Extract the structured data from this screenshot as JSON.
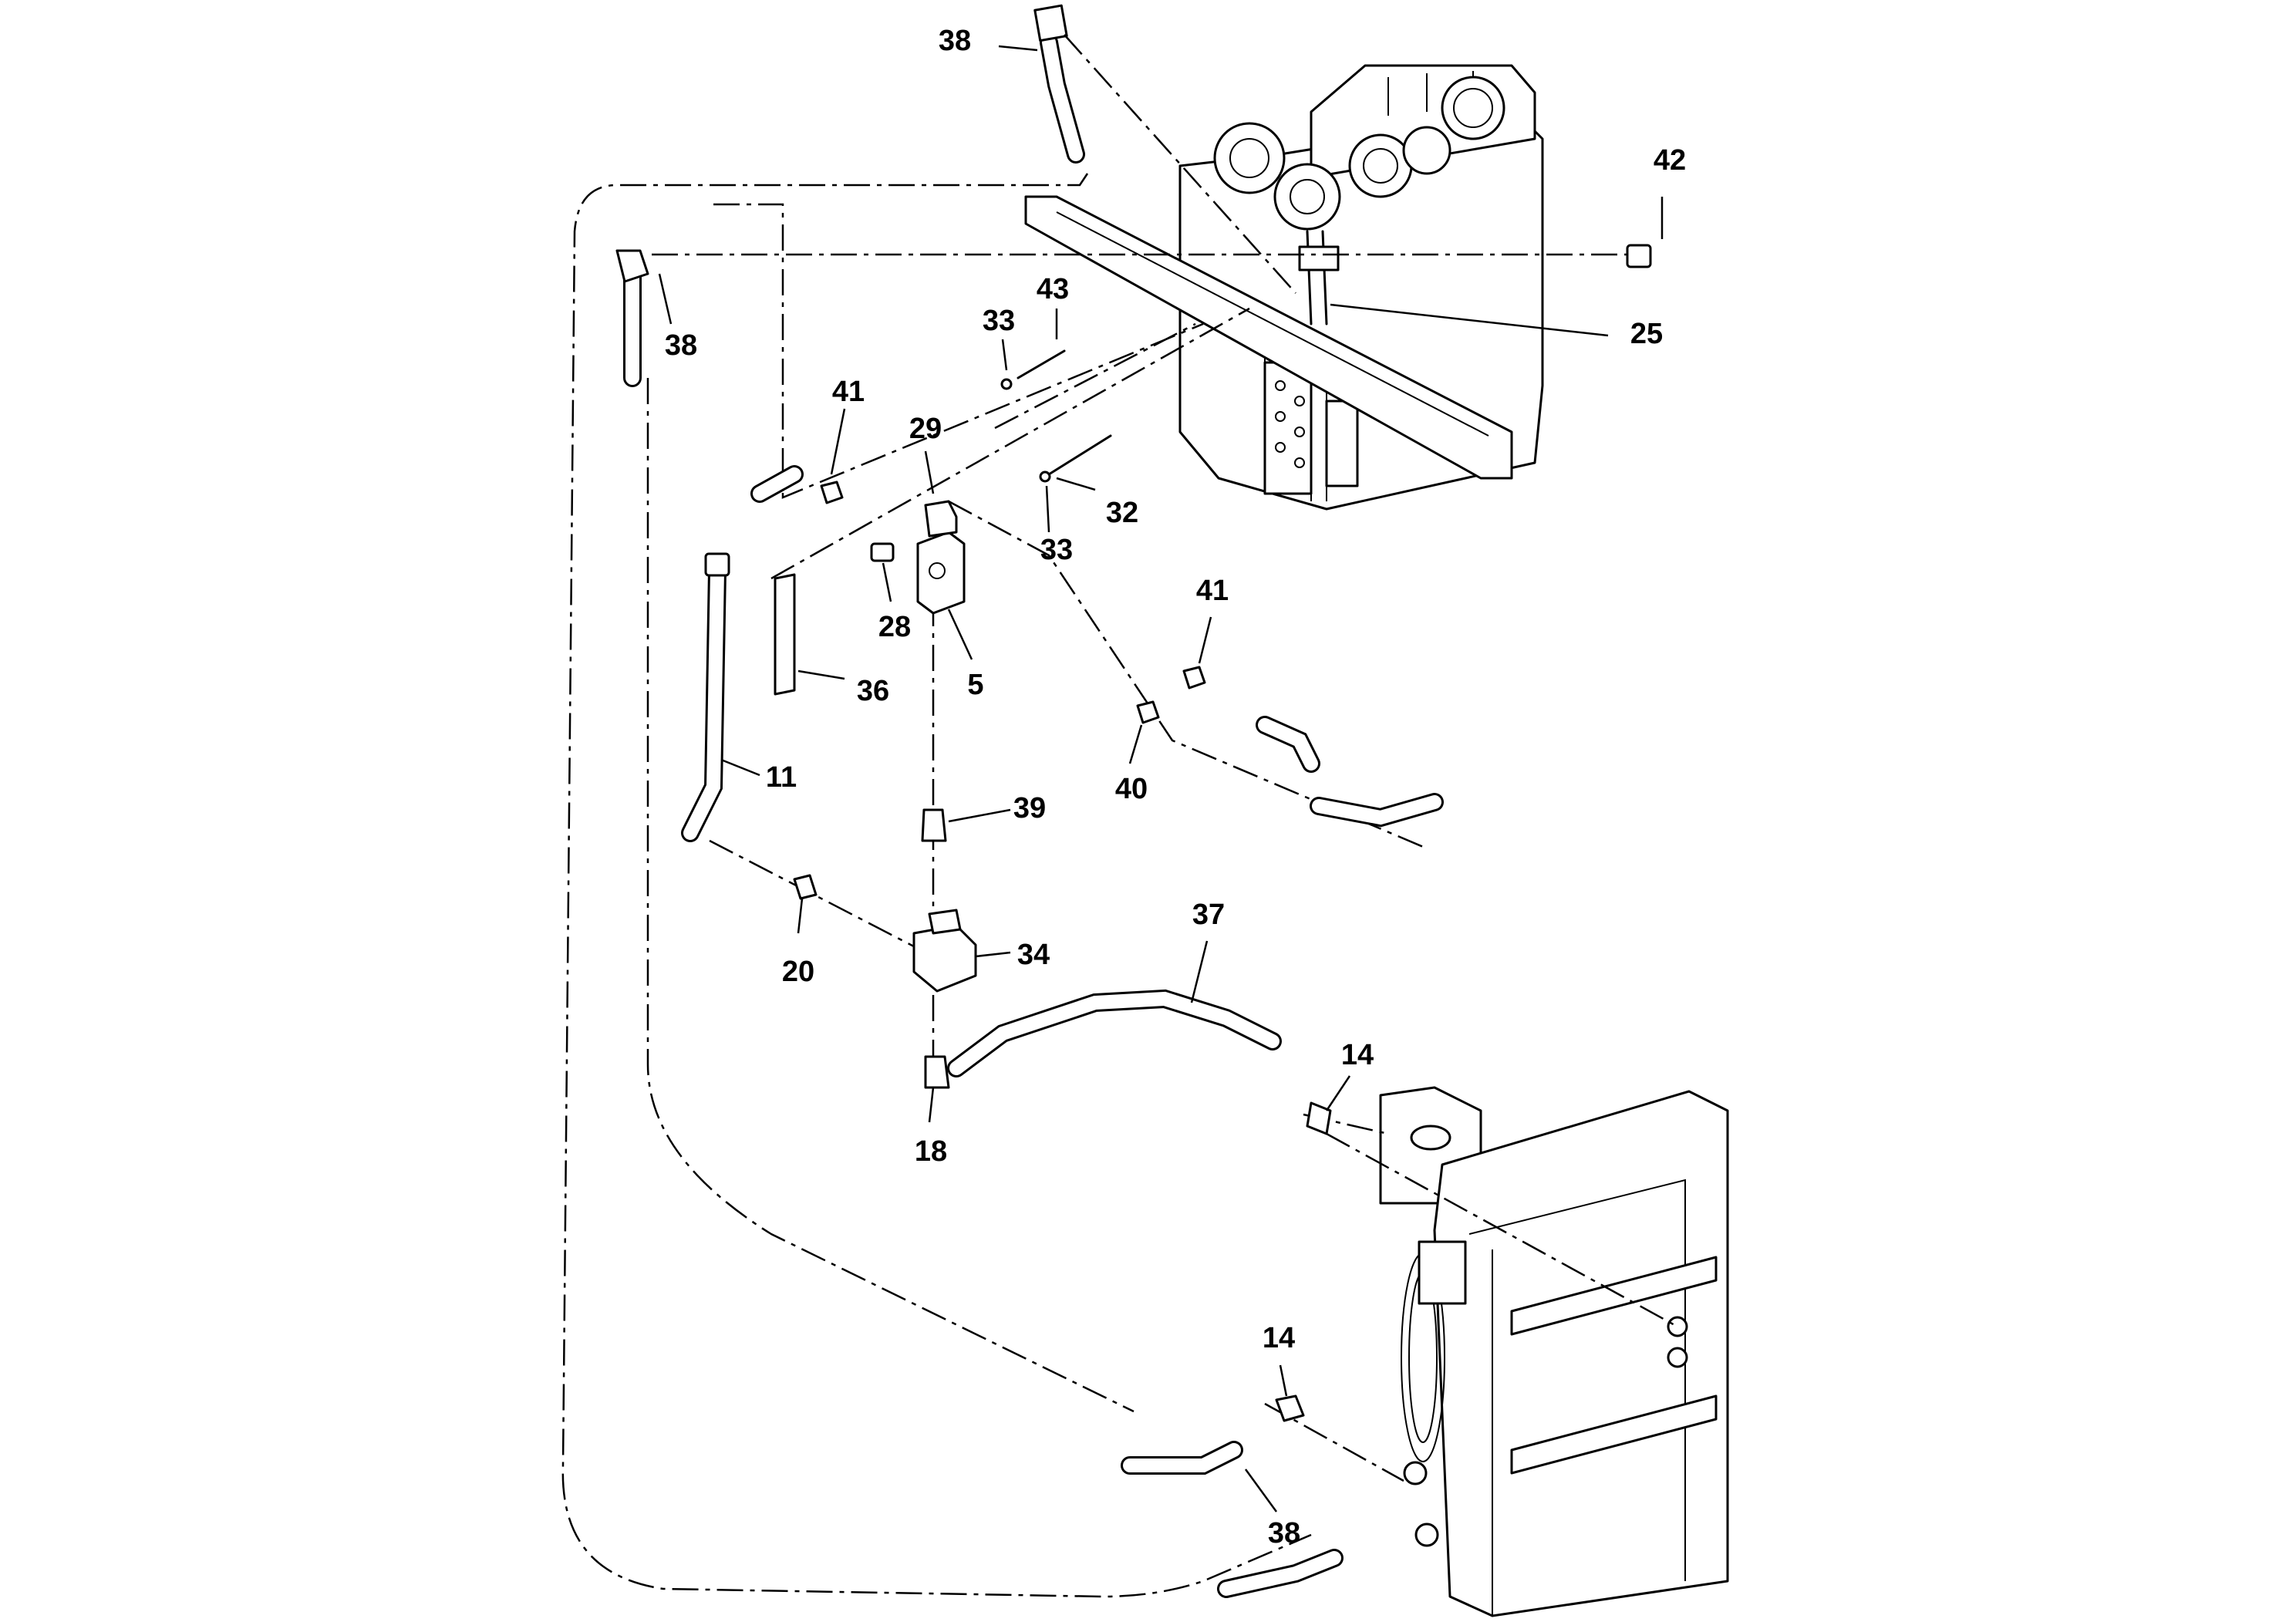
{
  "callouts": {
    "c38_top": "38",
    "c38_left": "38",
    "c42": "42",
    "c25": "25",
    "c43": "43",
    "c33_top": "33",
    "c41_left": "41",
    "c29": "29",
    "c32": "32",
    "c33_mid": "33",
    "c28": "28",
    "c5": "5",
    "c36": "36",
    "c41_right": "41",
    "c40": "40",
    "c11": "11",
    "c39": "39",
    "c37": "37",
    "c20": "20",
    "c34": "34",
    "c14_mid": "14",
    "c18": "18",
    "c14_low": "14",
    "c38_low": "38"
  }
}
